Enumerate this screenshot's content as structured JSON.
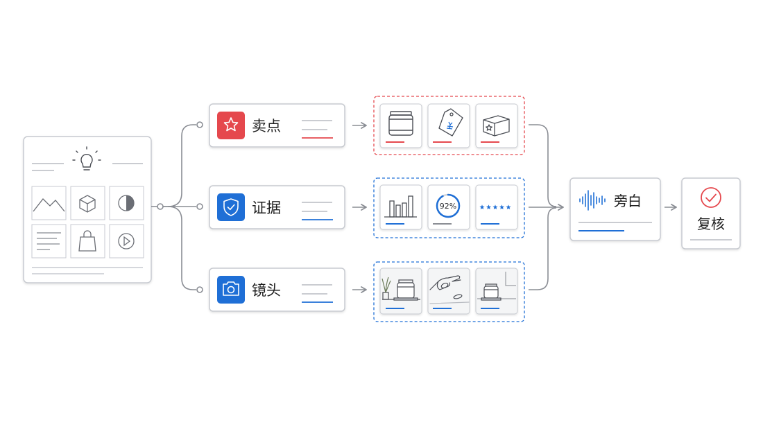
{
  "colors": {
    "line": "#8a8d94",
    "border": "#c7cad0",
    "red": "#e5484d",
    "blue": "#1f6fd6",
    "grayLine": "#b9bcc2"
  },
  "nodes": {
    "selling_points": {
      "label": "卖点",
      "icon": "star-icon",
      "accent": "#e5484d"
    },
    "evidence": {
      "label": "证据",
      "icon": "shield-check-icon",
      "accent": "#1f6fd6"
    },
    "shots": {
      "label": "镜头",
      "icon": "camera-icon",
      "accent": "#1f6fd6"
    },
    "narration": {
      "label": "旁白",
      "icon": "waveform-icon"
    },
    "review": {
      "label": "复核",
      "icon": "check-circle-icon"
    }
  },
  "evidence_thumbs": {
    "donut_value": "92%",
    "rating_stars": 5
  }
}
